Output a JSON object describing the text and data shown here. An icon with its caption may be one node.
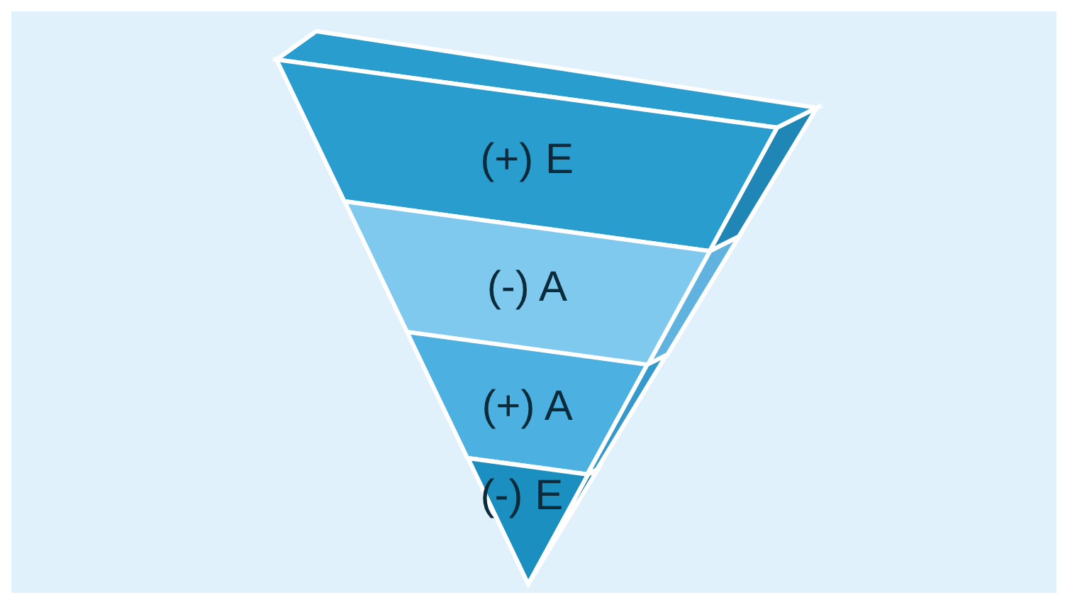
{
  "diagram": {
    "nodes": [
      {
        "text": [
          "(+) E"
        ]
      },
      {
        "text": [
          "(-) A"
        ]
      },
      {
        "text": [
          "(+) A"
        ]
      },
      {
        "text": [
          "(-) E"
        ]
      }
    ]
  }
}
